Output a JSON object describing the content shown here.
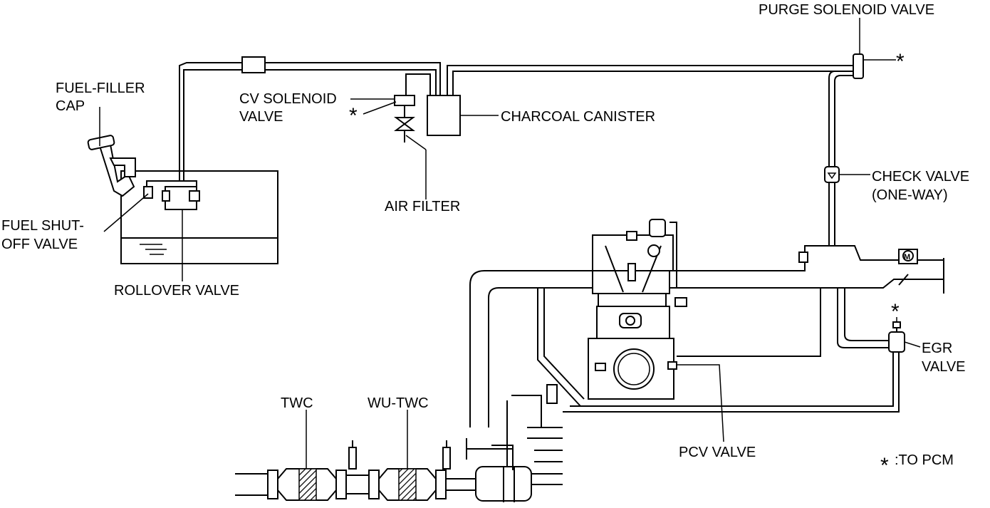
{
  "labels": {
    "purge_solenoid_valve": "PURGE SOLENOID VALVE",
    "fuel_filler_cap_1": "FUEL-FILLER",
    "fuel_filler_cap_2": "CAP",
    "cv_solenoid_valve_1": "CV SOLENOID",
    "cv_solenoid_valve_2": "VALVE",
    "charcoal_canister": "CHARCOAL CANISTER",
    "check_valve_1": "CHECK VALVE",
    "check_valve_2": "(ONE-WAY)",
    "air_filter": "AIR FILTER",
    "fuel_shutoff_valve_1": "FUEL SHUT-",
    "fuel_shutoff_valve_2": "OFF VALVE",
    "rollover_valve": "ROLLOVER VALVE",
    "egr_valve_1": "EGR",
    "egr_valve_2": "VALVE",
    "twc": "TWC",
    "wu_twc": "WU-TWC",
    "pcv_valve": "PCV VALVE",
    "to_pcm": ":TO PCM",
    "asterisk": "*",
    "motor_mark": "M"
  }
}
